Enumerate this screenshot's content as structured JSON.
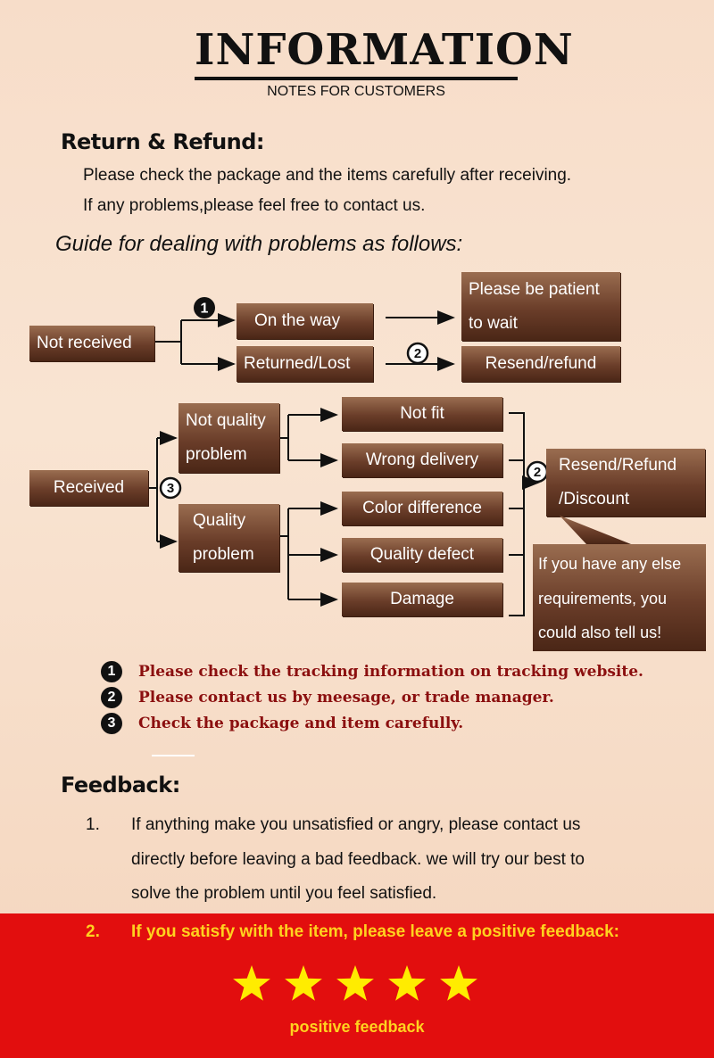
{
  "header": {
    "title": "INFORMATION",
    "subtitle": "NOTES FOR CUSTOMERS"
  },
  "return_refund": {
    "heading": "Return & Refund:",
    "lines": [
      "Please check the package and the items carefully after receiving.",
      "If any problems,please feel free to contact us."
    ]
  },
  "guide": {
    "heading": "Guide for dealing with problems as follows:"
  },
  "flow": {
    "not_received": "Not received",
    "on_the_way": "On the way",
    "returned_lost": "Returned/Lost",
    "be_patient": [
      "Please be patient",
      "to wait"
    ],
    "resend_refund": "Resend/refund",
    "received": "Received",
    "not_quality": [
      "Not quality",
      "problem"
    ],
    "quality": [
      "Quality",
      "problem"
    ],
    "not_fit": "Not fit",
    "wrong_delivery": "Wrong delivery",
    "color_difference": "Color difference",
    "quality_defect": "Quality defect",
    "damage": "Damage",
    "resend_refund_discount": [
      "Resend/Refund",
      "/Discount"
    ],
    "callout": [
      "If you have any else",
      "requirements, you",
      "could also tell us!"
    ],
    "marker_1": "1",
    "marker_2": "2",
    "marker_3": "3"
  },
  "notes": [
    {
      "num": "1",
      "text": "Please check the tracking information on tracking website."
    },
    {
      "num": "2",
      "text": "Please contact us by meesage, or trade manager."
    },
    {
      "num": "3",
      "text": "Check the package and item carefully."
    }
  ],
  "feedback": {
    "heading": "Feedback:",
    "item1_num": "1.",
    "item1_lines": [
      "If anything make you unsatisfied or angry, please contact us",
      "directly before leaving a bad feedback. we will try our best to",
      "solve the problem until  you feel satisfied."
    ],
    "item2_num": "2.",
    "item2_text": "If you satisfy with the item, please leave a positive feedback:",
    "stars": 5,
    "stars_label": "positive feedback"
  },
  "colors": {
    "box_brown": "#6a3d29",
    "note_red": "#8b0f0f",
    "band_red": "#e20e0e",
    "star_yellow": "#ffec00",
    "feedback_yellow": "#ffd21f"
  }
}
